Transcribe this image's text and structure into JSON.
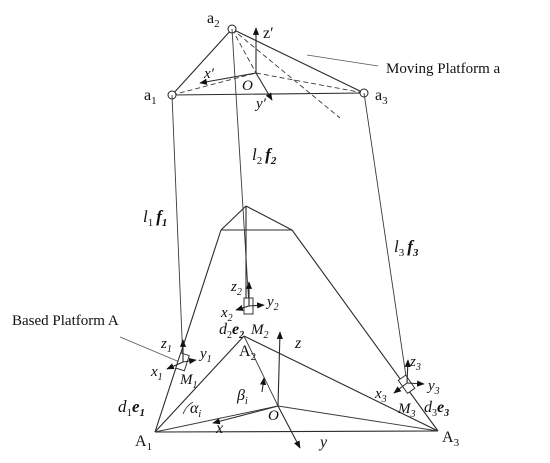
{
  "labels": {
    "a1": "a",
    "a1_sub": "1",
    "a2": "a",
    "a2_sub": "2",
    "a3": "a",
    "a3_sub": "3",
    "O_top": "O",
    "x_prime": "x′",
    "y_prime": "y′",
    "z_prime": "z′",
    "moving_platform": "Moving Platform a",
    "based_platform": "Based Platform A",
    "l1": "l",
    "l1_sub": "1",
    "f1": "f",
    "f1_sub": "1",
    "l2": "l",
    "l2_sub": "2",
    "f2": "f",
    "f2_sub": "2",
    "l3": "l",
    "l3_sub": "3",
    "f3": "f",
    "f3_sub": "3",
    "A1": "A",
    "A1_sub": "1",
    "A2": "A",
    "A2_sub": "2",
    "A3": "A",
    "A3_sub": "3",
    "O_base": "O",
    "x": "x",
    "y": "y",
    "z": "z",
    "M1": "M",
    "M1_sub": "1",
    "M2": "M",
    "M2_sub": "2",
    "M3": "M",
    "M3_sub": "3",
    "x1": "x",
    "x1_sub": "1",
    "y1": "y",
    "y1_sub": "1",
    "z1": "z",
    "z1_sub": "1",
    "x2": "x",
    "x2_sub": "2",
    "y2": "y",
    "y2_sub": "2",
    "z2": "z",
    "z2_sub": "2",
    "x3": "x",
    "x3_sub": "3",
    "y3": "y",
    "y3_sub": "3",
    "z3": "z",
    "z3_sub": "3",
    "d1": "d",
    "d1_sub": "1",
    "e1": "e",
    "e1_sub": "1",
    "d2": "d",
    "d2_sub": "2",
    "e2": "e",
    "e2_sub": "2",
    "d3": "d",
    "d3_sub": "3",
    "e3": "e",
    "e3_sub": "3",
    "alpha": "α",
    "alpha_sub": "i",
    "beta": "β",
    "beta_sub": "i"
  }
}
